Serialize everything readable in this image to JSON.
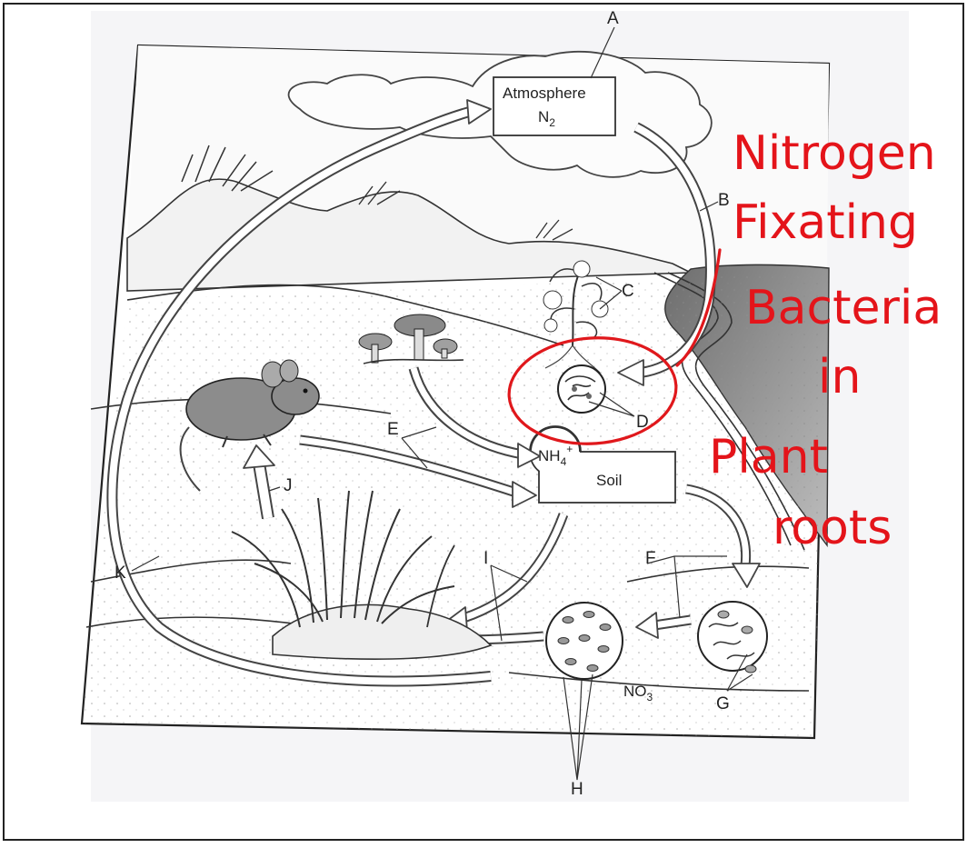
{
  "diagram": {
    "boxes": {
      "atmosphere_line1": "Atmosphere",
      "atmosphere_line2": "N",
      "atmosphere_sub": "2",
      "soil": "Soil",
      "ammonium": "NH",
      "ammonium_sub": "4",
      "ammonium_sup": "+",
      "nitrate": "NO",
      "nitrate_sub": "3",
      "nitrate_sup": "–"
    },
    "labels": {
      "A": "A",
      "B": "B",
      "C": "C",
      "D": "D",
      "E": "E",
      "F": "F",
      "G": "G",
      "H": "H",
      "I": "I",
      "J": "J",
      "K": "K"
    }
  },
  "annotation": {
    "lines": [
      "Nitrogen",
      "Fixating",
      "Bacteria",
      "in",
      "Plant",
      "roots"
    ],
    "color": "#e4141a"
  }
}
